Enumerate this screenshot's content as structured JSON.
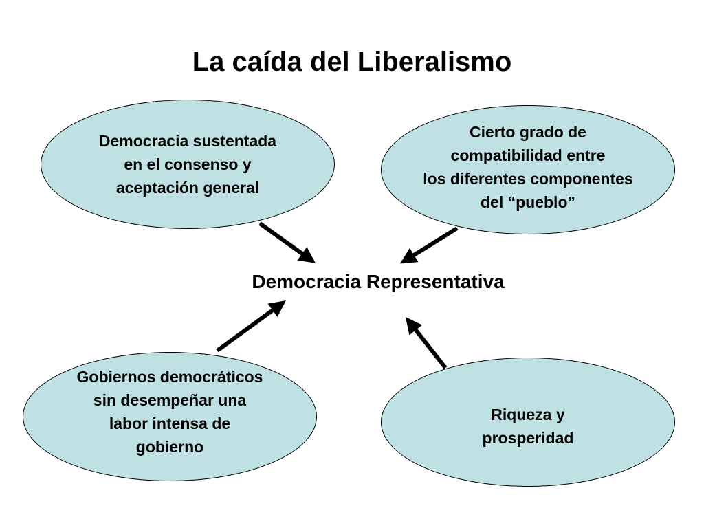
{
  "title": "La caída del Liberalismo",
  "center": "Democracia Representativa",
  "nodes": {
    "top_left": "Democracia sustentada\nen el consenso y\naceptación general",
    "top_right": "Cierto grado de\ncompatibilidad entre\nlos diferentes componentes\ndel “pueblo”",
    "bottom_left": "Gobiernos democráticos\nsin desempeñar una\nlabor intensa de\ngobierno",
    "bottom_right": "Riqueza y\nprosperidad"
  },
  "colors": {
    "node_fill": "#bfe1e3",
    "stroke": "#000000"
  }
}
